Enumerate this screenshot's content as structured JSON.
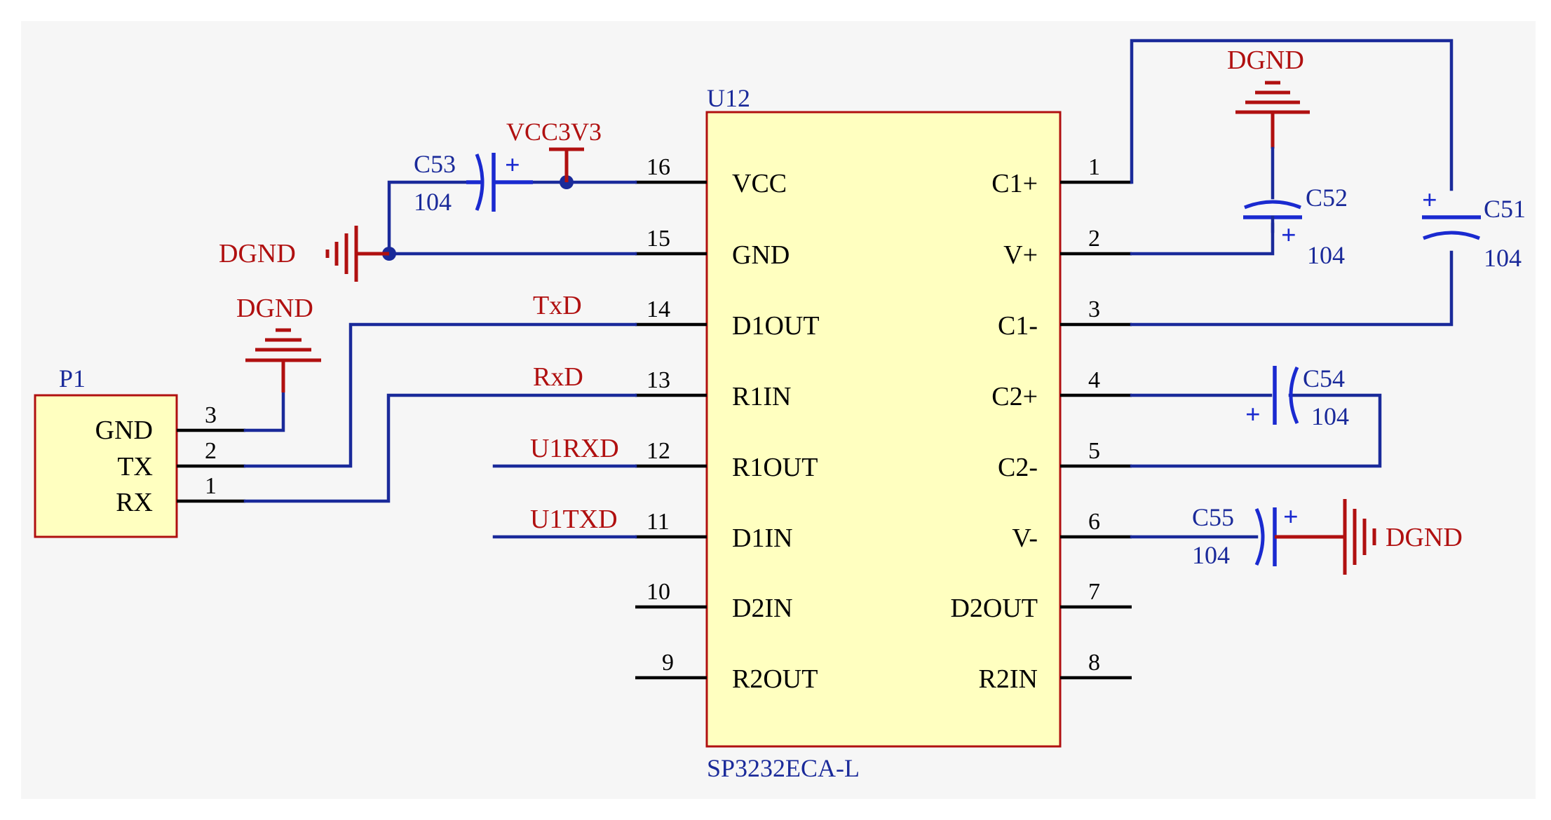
{
  "colors": {
    "background": "#ffffff",
    "wire": "#1a2a9a",
    "pin": "#000000",
    "power": "#b01010",
    "capacitor": "#1a2ad0",
    "ic_fill": "#ffffc0",
    "ic_border": "#b01010"
  },
  "ic": {
    "designator": "U12",
    "part": "SP3232ECA-L",
    "left_pins": [
      {
        "num": "16",
        "name": "VCC"
      },
      {
        "num": "15",
        "name": "GND"
      },
      {
        "num": "14",
        "name": "D1OUT"
      },
      {
        "num": "13",
        "name": "R1IN"
      },
      {
        "num": "12",
        "name": "R1OUT"
      },
      {
        "num": "11",
        "name": "D1IN"
      },
      {
        "num": "10",
        "name": "D2IN"
      },
      {
        "num": "9",
        "name": "R2OUT"
      }
    ],
    "right_pins": [
      {
        "num": "1",
        "name": "C1+"
      },
      {
        "num": "2",
        "name": "V+"
      },
      {
        "num": "3",
        "name": "C1-"
      },
      {
        "num": "4",
        "name": "C2+"
      },
      {
        "num": "5",
        "name": "C2-"
      },
      {
        "num": "6",
        "name": "V-"
      },
      {
        "num": "7",
        "name": "D2OUT"
      },
      {
        "num": "8",
        "name": "R2IN"
      }
    ]
  },
  "connector": {
    "designator": "P1",
    "pins": [
      {
        "num": "3",
        "name": "GND"
      },
      {
        "num": "2",
        "name": "TX"
      },
      {
        "num": "1",
        "name": "RX"
      }
    ]
  },
  "nets": {
    "txd": "TxD",
    "rxd": "RxD",
    "u1rxd": "U1RXD",
    "u1txd": "U1TXD",
    "vcc": "VCC3V3"
  },
  "grounds": {
    "connector_gnd": "DGND",
    "ic_gnd": "DGND",
    "c52_gnd": "DGND",
    "c55_gnd": "DGND"
  },
  "capacitors": [
    {
      "ref": "C53",
      "value": "104",
      "polarity": "+"
    },
    {
      "ref": "C52",
      "value": "104",
      "polarity": "+"
    },
    {
      "ref": "C51",
      "value": "104",
      "polarity": "+"
    },
    {
      "ref": "C54",
      "value": "104",
      "polarity": "+"
    },
    {
      "ref": "C55",
      "value": "104",
      "polarity": "+"
    }
  ]
}
